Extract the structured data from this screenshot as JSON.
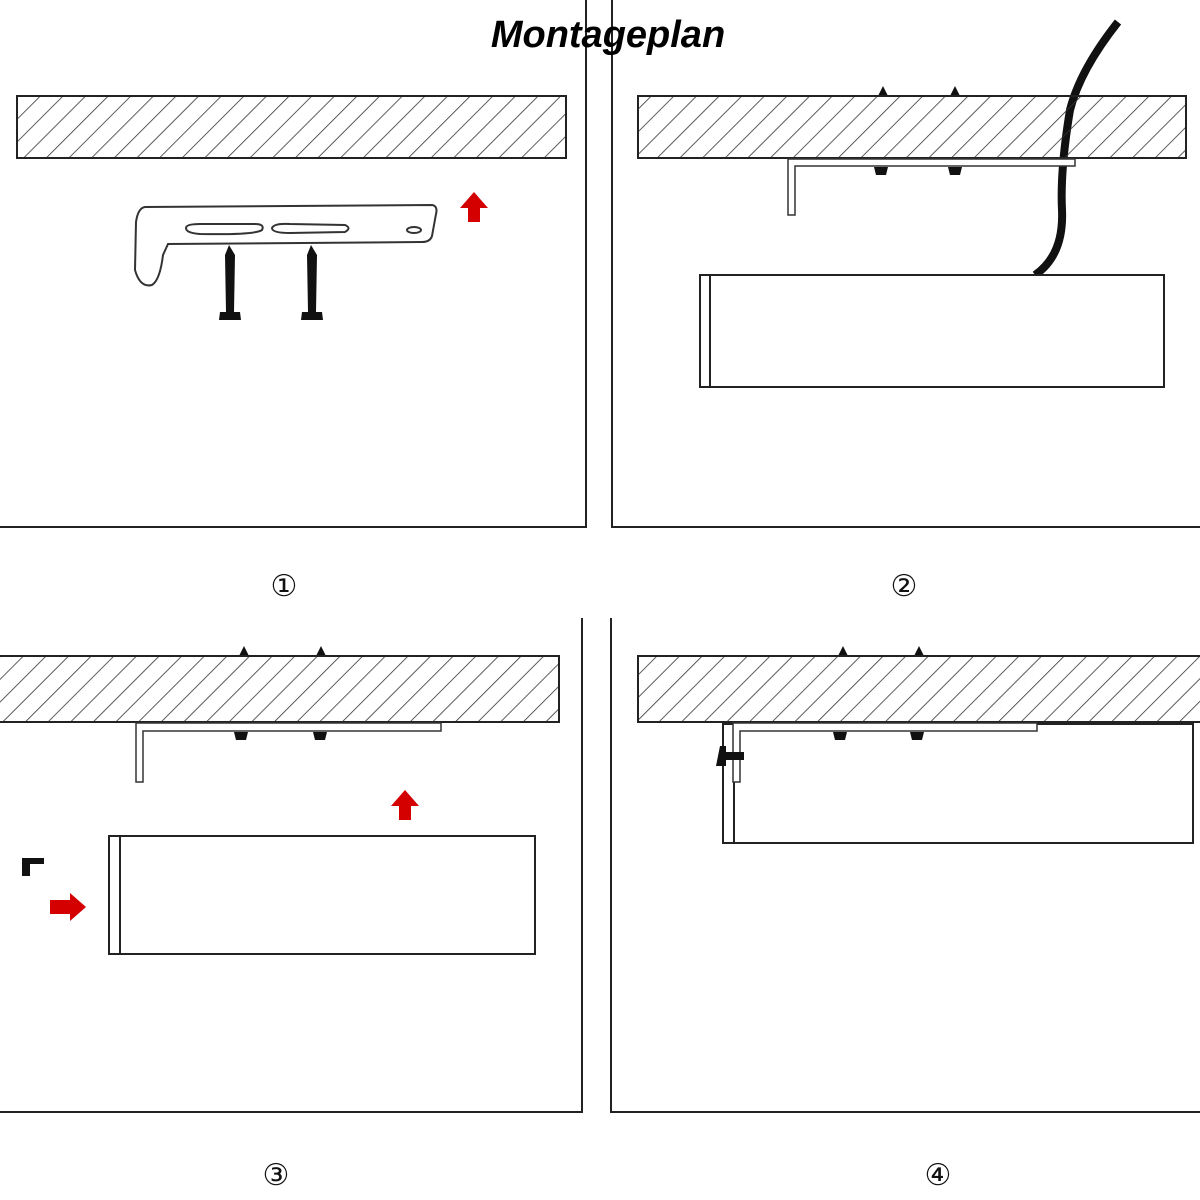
{
  "title": "Montageplan",
  "steps": [
    {
      "label": "①"
    },
    {
      "label": "②"
    },
    {
      "label": "③"
    },
    {
      "label": "④"
    }
  ],
  "colors": {
    "arrow": "#d40000",
    "line": "#222222",
    "screw": "#111111"
  }
}
